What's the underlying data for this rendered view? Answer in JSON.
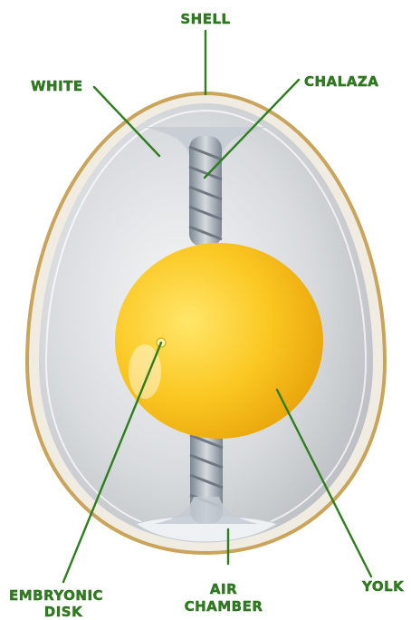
{
  "diagram": {
    "labels": {
      "shell": "SHELL",
      "white": "WHITE",
      "chalaza": "CHALAZA",
      "embryonic_disk_line1": "EMBRYONIC",
      "embryonic_disk_line2": "DISK",
      "air_chamber_line1": "AIR",
      "air_chamber_line2": "CHAMBER",
      "yolk": "YOLK"
    },
    "colors": {
      "label_green": "#2f7d1f",
      "shell_outline": "#c9a45a",
      "yolk": "#f7c21c",
      "white_fill": "#dfe3e6",
      "chalaza": "#9aa3ad"
    }
  }
}
